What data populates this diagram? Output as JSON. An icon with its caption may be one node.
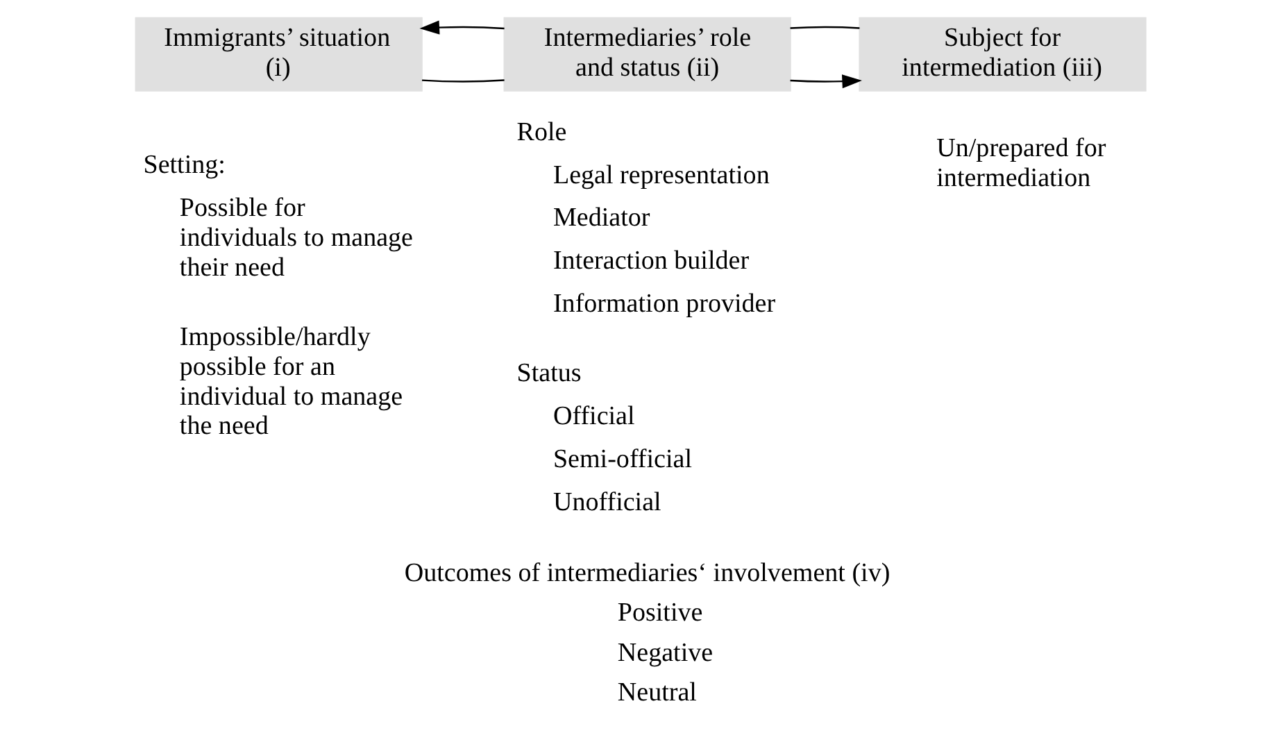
{
  "diagram": {
    "nodes": [
      {
        "text": [
          "Immigrants’ situation (i)"
        ],
        "beside": [
          "Setting:",
          "Possible for individuals to manage their need",
          "Impossible/hardly possible for an individual to manage the need"
        ]
      },
      {
        "text": [
          "Intermediaries’ role and status (ii)"
        ],
        "beside": [
          "Role",
          "Legal representation",
          "Mediator",
          "Interaction builder",
          "Information provider",
          "Status",
          "Official",
          "Semi-official",
          "Unofficial"
        ]
      },
      {
        "text": [
          "Subject for intermediation (iii)"
        ],
        "beside": [
          "Un/prepared for intermediation"
        ]
      }
    ],
    "edges": [
      {
        "from": 0,
        "to": 1,
        "arrow": "none"
      },
      {
        "from": 1,
        "to": 0,
        "arrow": "to"
      },
      {
        "from": 1,
        "to": 2,
        "arrow": "to"
      },
      {
        "from": 2,
        "to": 1,
        "arrow": "none"
      }
    ],
    "labels": [
      "Outcomes of intermediaries‘ involvement (iv)",
      "Positive",
      "Negative",
      "Neutral"
    ]
  }
}
